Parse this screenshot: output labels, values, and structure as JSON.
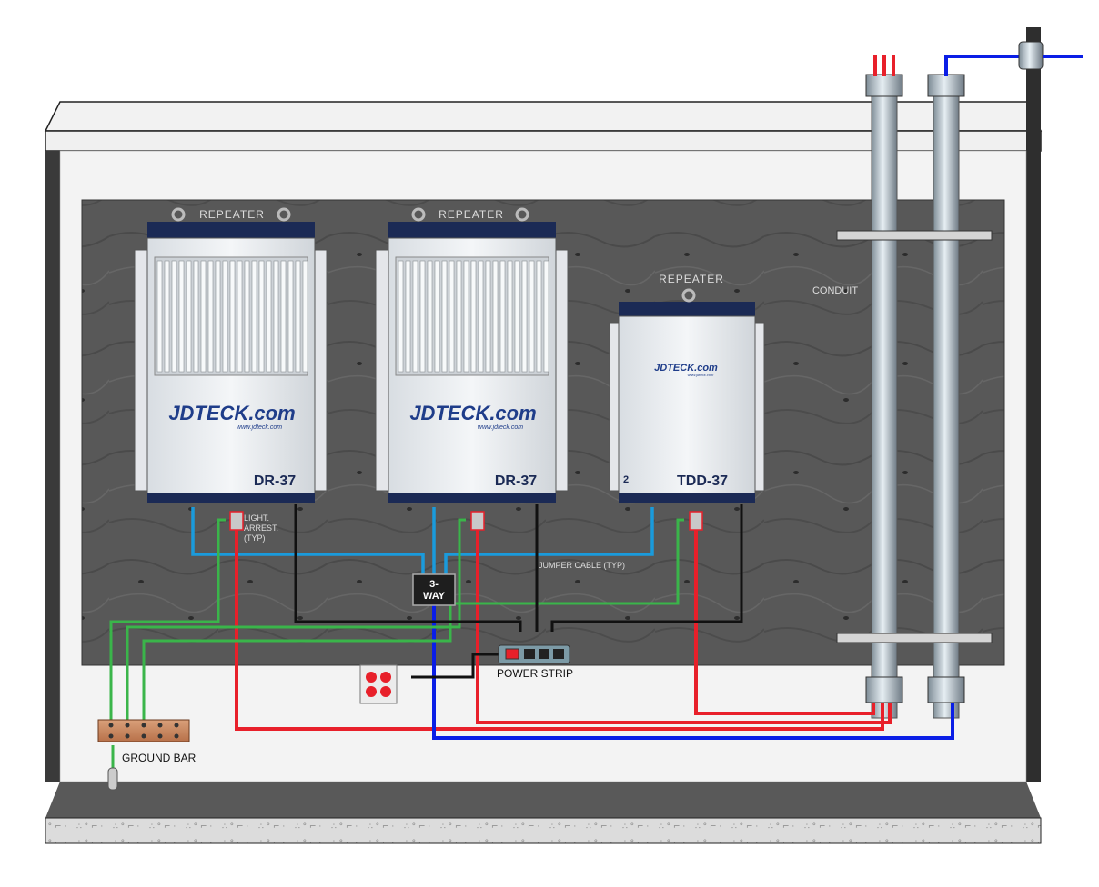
{
  "repeaters": [
    {
      "top_label": "REPEATER",
      "model": "DR-37",
      "brand": "JDTECK.com",
      "url": "www.jdteck.com",
      "extra": ""
    },
    {
      "top_label": "REPEATER",
      "model": "DR-37",
      "brand": "JDTECK.com",
      "url": "www.jdteck.com",
      "extra": ""
    },
    {
      "top_label": "REPEATER",
      "model": "TDD-37",
      "brand": "JDTECK.com",
      "url": "www.jdteck.com",
      "extra": "2"
    }
  ],
  "labels": {
    "lightning_arrestor_1": "LIGHT.",
    "lightning_arrestor_2": "ARREST.",
    "lightning_arrestor_3": "(TYP)",
    "conduit": "CONDUIT",
    "jumper_cable": "JUMPER CABLE (TYP)",
    "splitter_1": "3-",
    "splitter_2": "WAY",
    "power_strip": "POWER STRIP",
    "ground_bar": "GROUND BAR"
  },
  "colors": {
    "coax_blue": "#1a9bdc",
    "feed_blue": "#0a1ee6",
    "feed_red": "#e8202a",
    "ground_green": "#3ab54a",
    "power_black": "#111111",
    "backboard": "#5a5a5a",
    "repeater_cap": "#1b2a55",
    "brand_blue": "#1f3d8a"
  }
}
